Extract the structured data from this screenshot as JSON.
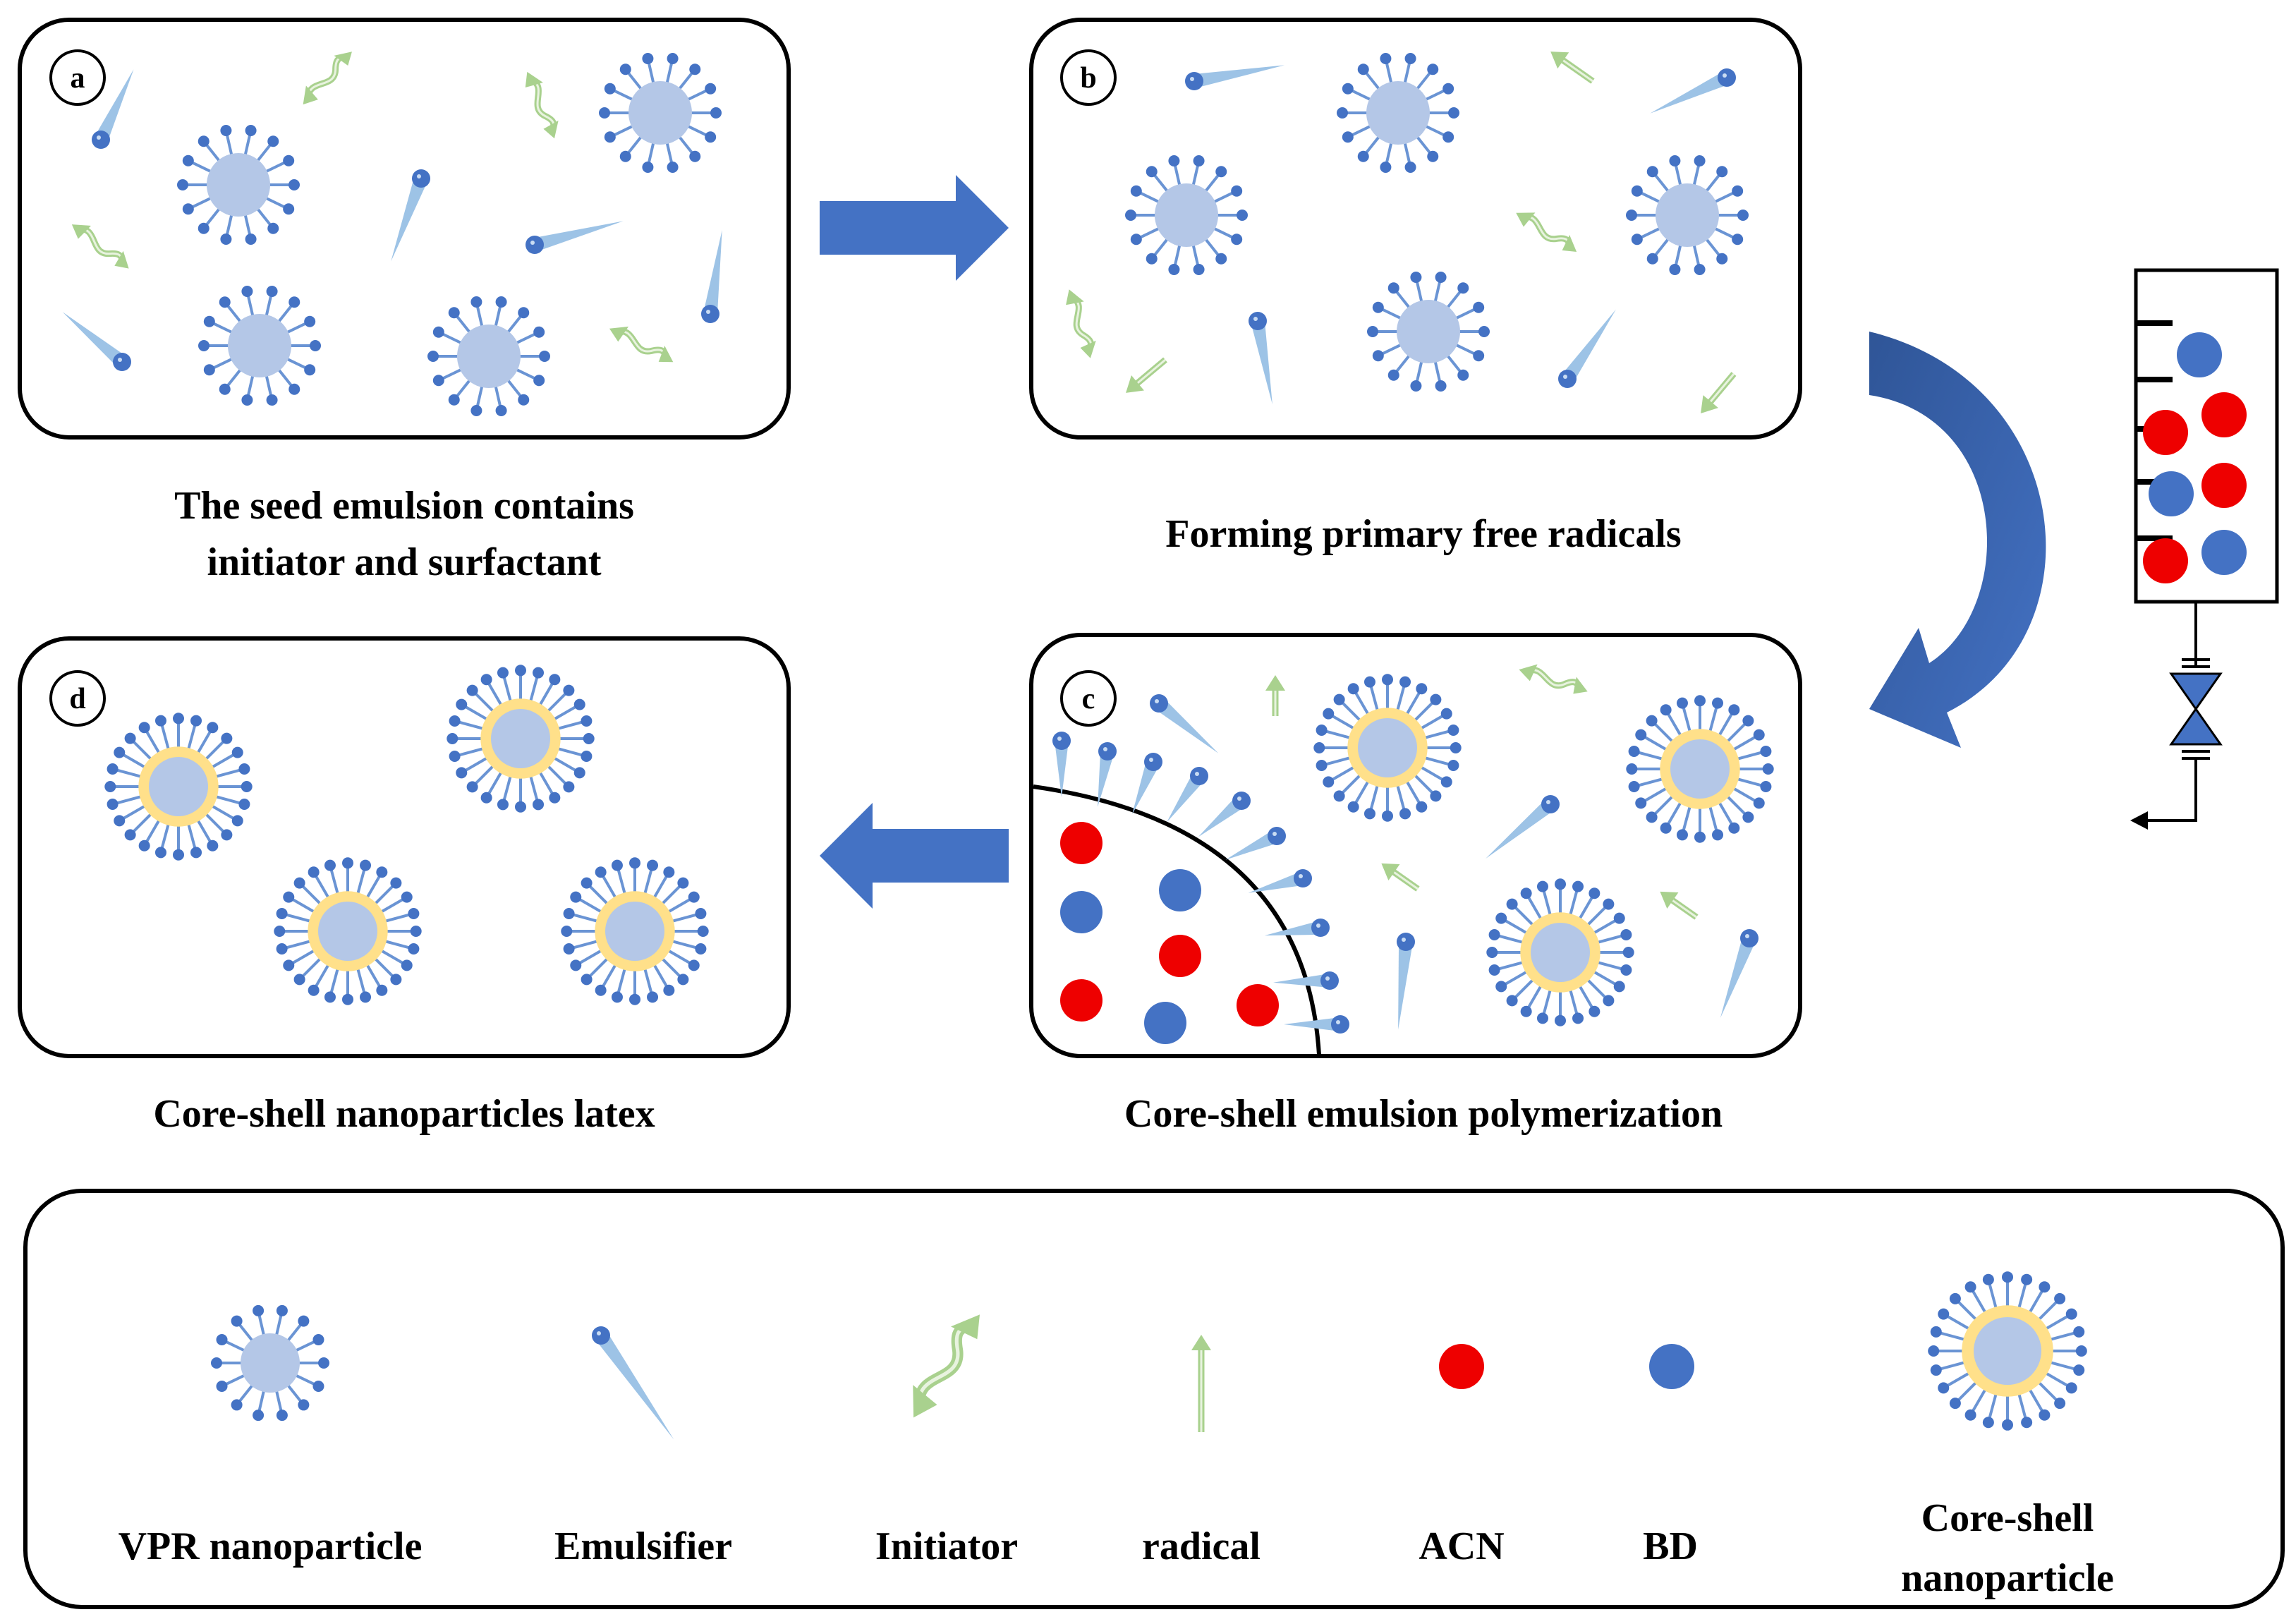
{
  "panels": {
    "a": {
      "letter": "a",
      "caption_line1": "The seed emulsion contains",
      "caption_line2": "initiator and surfactant"
    },
    "b": {
      "letter": "b",
      "caption": "Forming primary free radicals"
    },
    "c": {
      "letter": "c",
      "caption": "Core-shell emulsion polymerization"
    },
    "d": {
      "letter": "d",
      "caption": "Core-shell nanoparticles latex"
    }
  },
  "legend": {
    "items": [
      {
        "icon": "vpr-nanoparticle-icon",
        "label": "VPR nanoparticle"
      },
      {
        "icon": "emulsifier-icon",
        "label": "Emulsifier"
      },
      {
        "icon": "initiator-icon",
        "label": "Initiator"
      },
      {
        "icon": "radical-icon",
        "label": "radical"
      },
      {
        "icon": "acn-icon",
        "label": "ACN"
      },
      {
        "icon": "bd-icon",
        "label": "BD"
      }
    ],
    "core_shell_line1": "Core-shell",
    "core_shell_line2": "nanoparticle"
  },
  "colors": {
    "acn": "#ee0000",
    "bd": "#4472c4",
    "core": "#b4c7e7",
    "shell": "#ffe08a",
    "emulsifier_head": "#4472c4",
    "emulsifier_tail": "#9dc3e6",
    "arrow": "#4472c4",
    "initiator": "#a9d18e"
  }
}
